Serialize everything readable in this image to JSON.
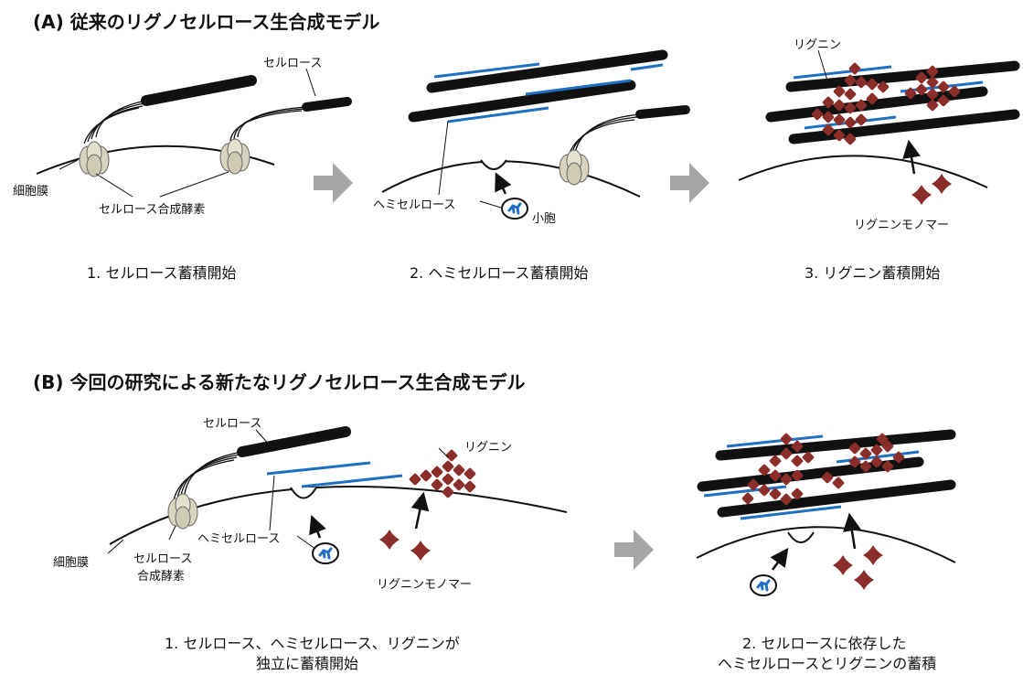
{
  "sections": {
    "a": {
      "title": "(A) 従来のリグノセルロース生合成モデル",
      "labels": {
        "cellulose": "セルロース",
        "membrane": "細胞膜",
        "synthase": "セルロース合成酵素",
        "hemicellulose": "ヘミセルロース",
        "vesicle": "小胞",
        "lignin": "リグニン",
        "monomer": "リグニンモノマー"
      },
      "stages": [
        "1. セルロース蓄積開始",
        "2. ヘミセルロース蓄積開始",
        "3. リグニン蓄積開始"
      ]
    },
    "b": {
      "title": "(B) 今回の研究による新たなリグノセルロース生合成モデル",
      "labels": {
        "cellulose": "セルロース",
        "lignin": "リグニン",
        "membrane": "細胞膜",
        "hemicellulose": "ヘミセルロース",
        "synthase_line1": "セルロース",
        "synthase_line2": "合成酵素",
        "monomer": "リグニンモノマー"
      },
      "stages": [
        {
          "line1": "1. セルロース、ヘミセルロース、リグニンが",
          "line2": "独立に蓄積開始"
        },
        {
          "line1": "2. セルロースに依存した",
          "line2": "ヘミセルロースとリグニンの蓄積"
        }
      ]
    }
  },
  "colors": {
    "cellulose": "#111111",
    "hemicellulose": "#1f6fc5",
    "lignin": "#8b2d2a",
    "arrow": "#a6a6a6",
    "enzyme": "#d9d4c0"
  }
}
